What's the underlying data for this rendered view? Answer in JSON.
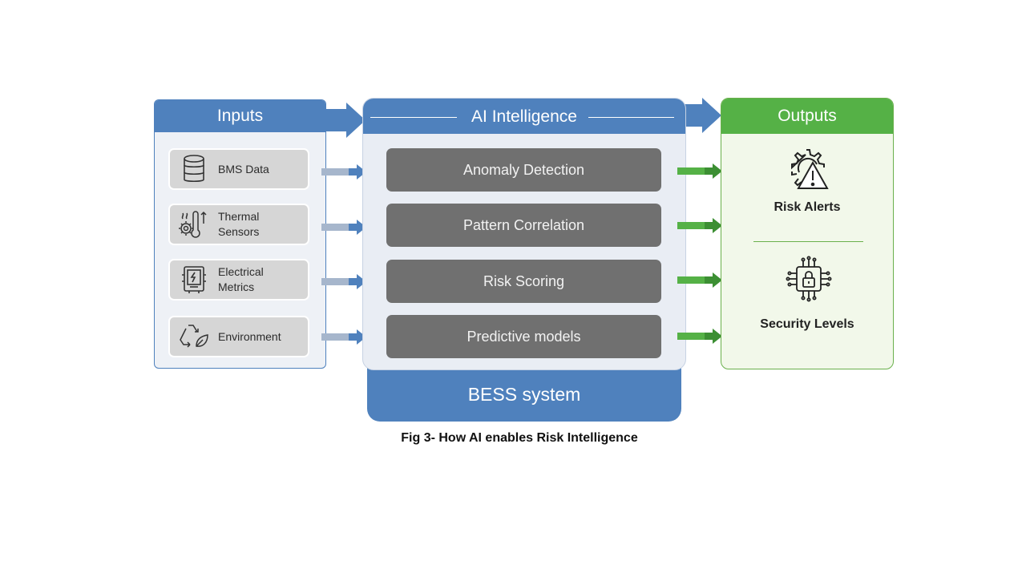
{
  "inputs": {
    "title": "Inputs",
    "items": [
      {
        "label": "BMS Data",
        "icon": "database-icon"
      },
      {
        "label": "Thermal\nSensors",
        "icon": "thermometer-gear-icon"
      },
      {
        "label": "Electrical\nMetrics",
        "icon": "electrical-panel-icon"
      },
      {
        "label": "Environment",
        "icon": "recycle-leaf-icon"
      }
    ]
  },
  "ai": {
    "title": "AI Intelligence",
    "steps": [
      "Anomaly Detection",
      "Pattern Correlation",
      "Risk Scoring",
      "Predictive models"
    ],
    "base_label": "BESS system"
  },
  "outputs": {
    "title": "Outputs",
    "items": [
      {
        "label": "Risk Alerts",
        "icon": "gear-warning-icon"
      },
      {
        "label": "Security Levels",
        "icon": "circuit-lock-icon"
      }
    ]
  },
  "caption": "Fig 3- How AI enables Risk Intelligence",
  "colors": {
    "blue": "#4f81bd",
    "green": "#55b146",
    "gray_box": "#707070",
    "input_card": "#d6d6d6"
  }
}
